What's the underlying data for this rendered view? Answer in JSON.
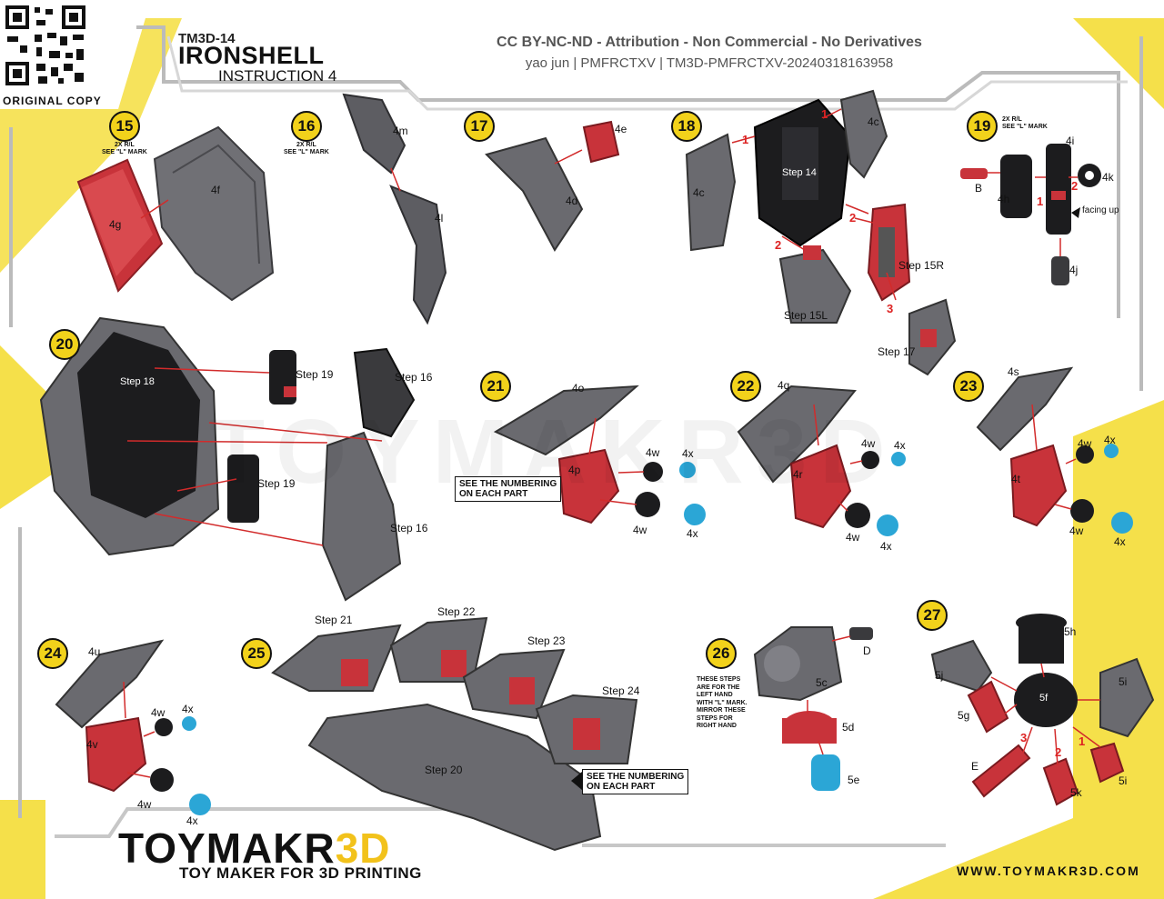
{
  "header": {
    "code": "TM3D-14",
    "name": "IRONSHELL",
    "subtitle": "INSTRUCTION 4",
    "license": "CC BY-NC-ND - Attribution - Non Commercial - No Derivatives",
    "author_line": "yao jun | PMFRCTXV | TM3D-PMFRCTXV-20240318163958",
    "original_copy": "ORIGINAL COPY"
  },
  "watermark": "TOYMAKR3D",
  "steps": {
    "s15": {
      "num": "15",
      "note": "2X R/L\nSEE \"L\" MARK",
      "parts": [
        "4f",
        "4g"
      ]
    },
    "s16": {
      "num": "16",
      "note": "2X R/L\nSEE \"L\" MARK",
      "parts": [
        "4m",
        "4l"
      ]
    },
    "s17": {
      "num": "17",
      "parts": [
        "4e",
        "4d"
      ]
    },
    "s18": {
      "num": "18",
      "parts": [
        "4c",
        "4c",
        "Step 14",
        "Step 15R",
        "Step 15L",
        "Step 17"
      ],
      "order": [
        "1",
        "1",
        "2",
        "2",
        "3"
      ]
    },
    "s19": {
      "num": "19",
      "note": "2X R/L\nSEE \"L\" MARK",
      "parts": [
        "4i",
        "B",
        "4h",
        "4k",
        "4j"
      ],
      "order": [
        "2",
        "1"
      ],
      "hint": "facing up"
    },
    "s20": {
      "num": "20",
      "parts": [
        "Step 18",
        "Step 19",
        "Step 16",
        "Step 19",
        "Step 16"
      ]
    },
    "s21": {
      "num": "21",
      "parts": [
        "4o",
        "4p",
        "4w",
        "4x",
        "4w",
        "4x"
      ]
    },
    "s22": {
      "num": "22",
      "parts": [
        "4q",
        "4r",
        "4w",
        "4x",
        "4w",
        "4x"
      ]
    },
    "s23": {
      "num": "23",
      "parts": [
        "4s",
        "4t",
        "4w",
        "4x",
        "4w",
        "4x"
      ]
    },
    "s24": {
      "num": "24",
      "parts": [
        "4u",
        "4v",
        "4w",
        "4x",
        "4w",
        "4x"
      ]
    },
    "s25": {
      "num": "25",
      "parts": [
        "Step 21",
        "Step 22",
        "Step 23",
        "Step 24",
        "Step 20"
      ]
    },
    "s26": {
      "num": "26",
      "note": "THESE STEPS\nARE FOR THE\nLEFT HAND\nWITH \"L\" MARK.\nMIRROR THESE\nSTEPS FOR\nRIGHT HAND",
      "parts": [
        "D",
        "5c",
        "5d",
        "5e"
      ]
    },
    "s27": {
      "num": "27",
      "parts": [
        "5h",
        "5j",
        "5f",
        "5i",
        "5g",
        "E",
        "5k",
        "5i"
      ],
      "order": [
        "3",
        "2",
        "1"
      ]
    }
  },
  "callouts": {
    "numbering_1": "SEE THE NUMBERING\nON EACH PART",
    "numbering_2": "SEE THE NUMBERING\nON EACH PART"
  },
  "footer": {
    "brand_main": "TOYMAKR",
    "brand_accent": "3D",
    "tagline": "TOY MAKER FOR 3D PRINTING",
    "url": "WWW.TOYMAKR3D.COM"
  },
  "colors": {
    "accent_yellow": "#f2d21b",
    "part_red": "#c8333a",
    "part_gray": "#6d6d72",
    "part_dark": "#1b1b1d",
    "part_cyan": "#2ba6d6",
    "arrow_red": "#d22b2b"
  }
}
